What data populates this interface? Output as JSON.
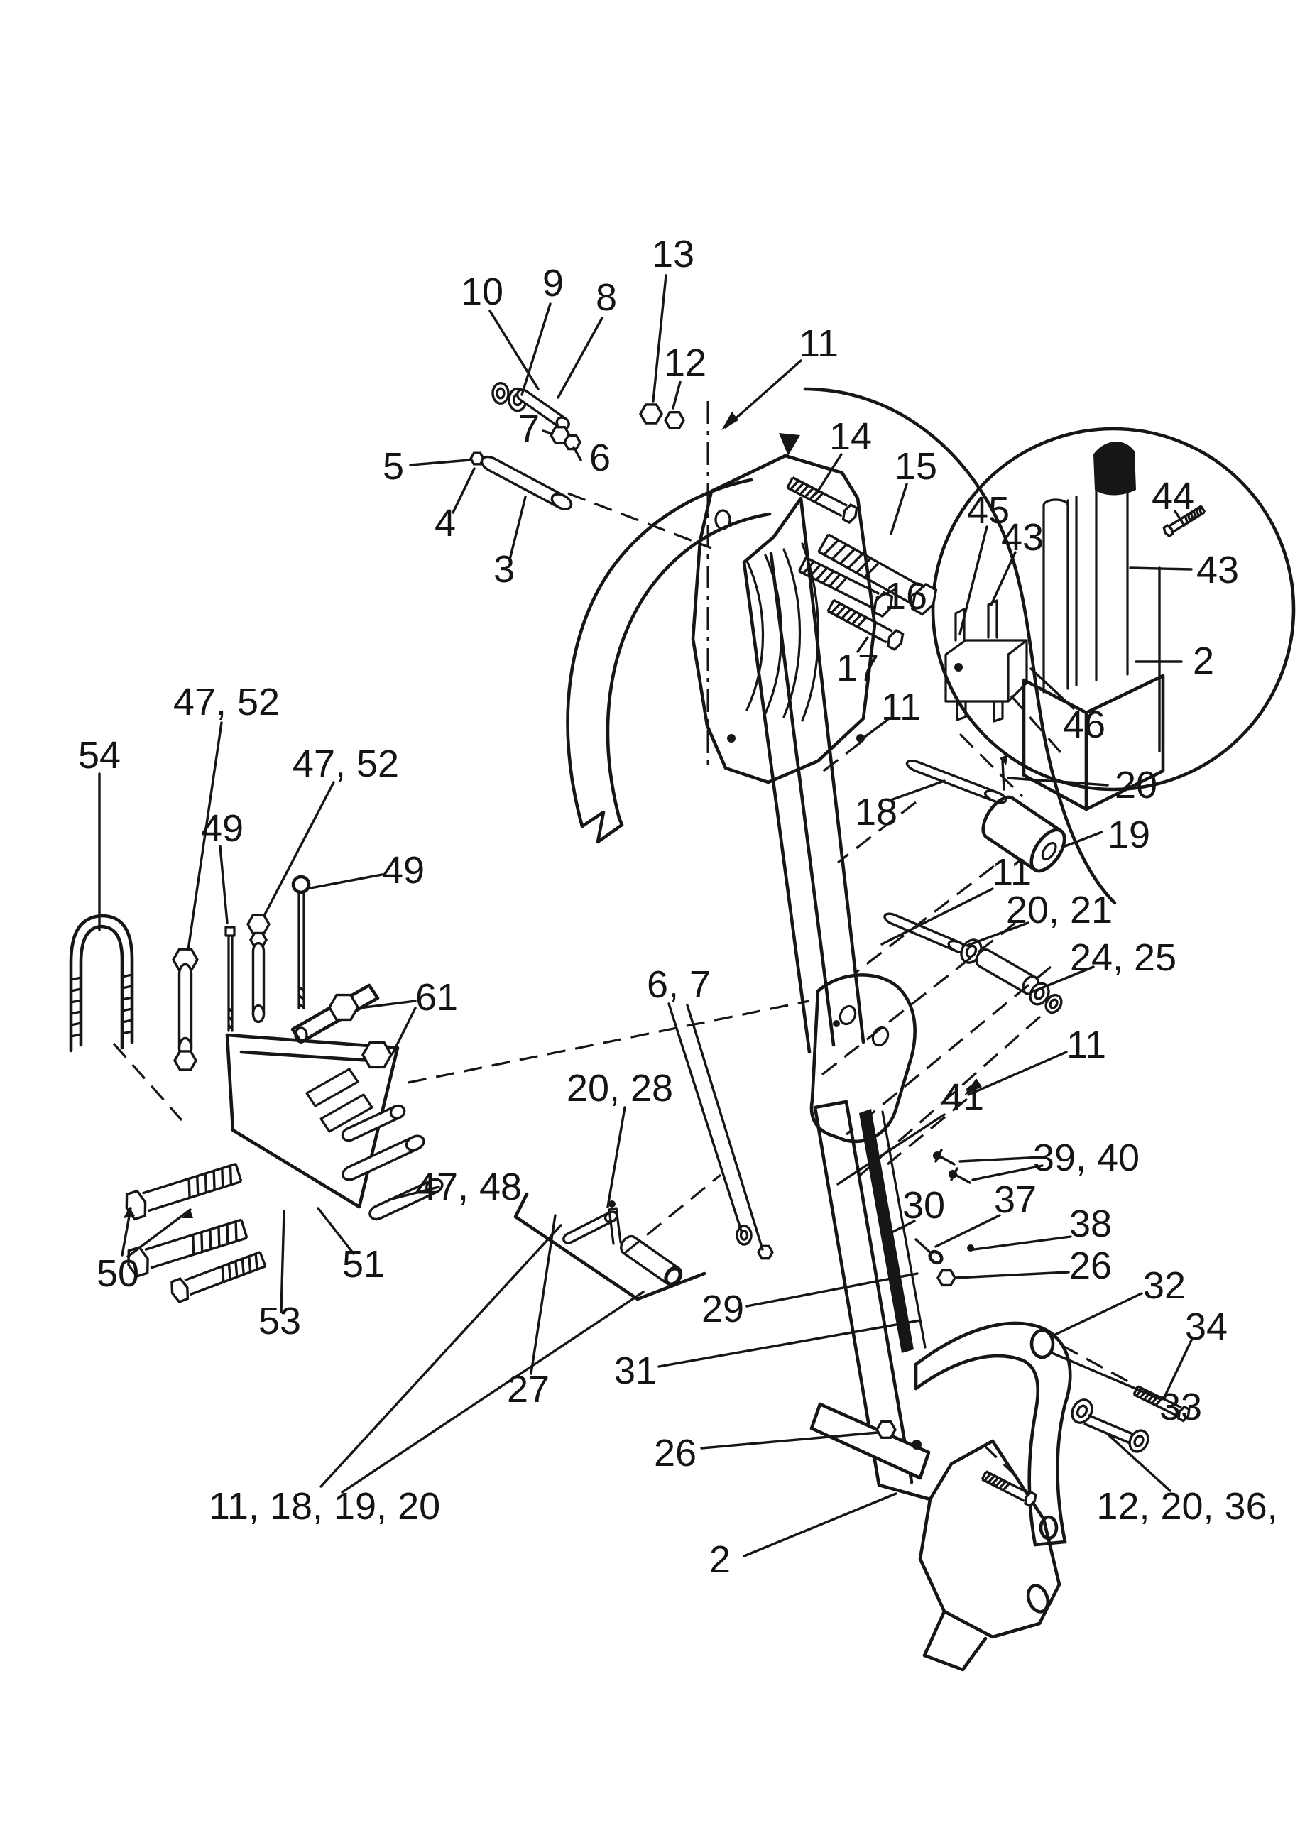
{
  "figure": {
    "background_color": "#ffffff",
    "line_color": "#161616"
  },
  "labels": {
    "n2": "2",
    "n3": "3",
    "n4": "4",
    "n5": "5",
    "n6": "6",
    "n7": "7",
    "n8": "8",
    "n9": "9",
    "n10": "10",
    "n11": "11",
    "n12": "12",
    "n13": "13",
    "n14": "14",
    "n15": "15",
    "n16": "16",
    "n17": "17",
    "n18": "18",
    "n19": "19",
    "n20": "20",
    "n6_7": "6, 7",
    "n20_21": "20, 21",
    "n20_28": "20, 28",
    "n24_25": "24, 25",
    "n26": "26",
    "n27": "27",
    "n29": "29",
    "n30": "30",
    "n31": "31",
    "n32": "32",
    "n33": "33",
    "n34": "34",
    "n37": "37",
    "n38": "38",
    "n39_40": "39, 40",
    "n41": "41",
    "n43": "43",
    "n44": "44",
    "n45": "45",
    "n46": "46",
    "n47_48": "47, 48",
    "n47_52": "47, 52",
    "n49": "49",
    "n50": "50",
    "n51": "51",
    "n53": "53",
    "n54": "54",
    "n61": "61",
    "n11_18_19_20": "11, 18, 19, 20",
    "n12_20_36": "12, 20, 36,"
  }
}
